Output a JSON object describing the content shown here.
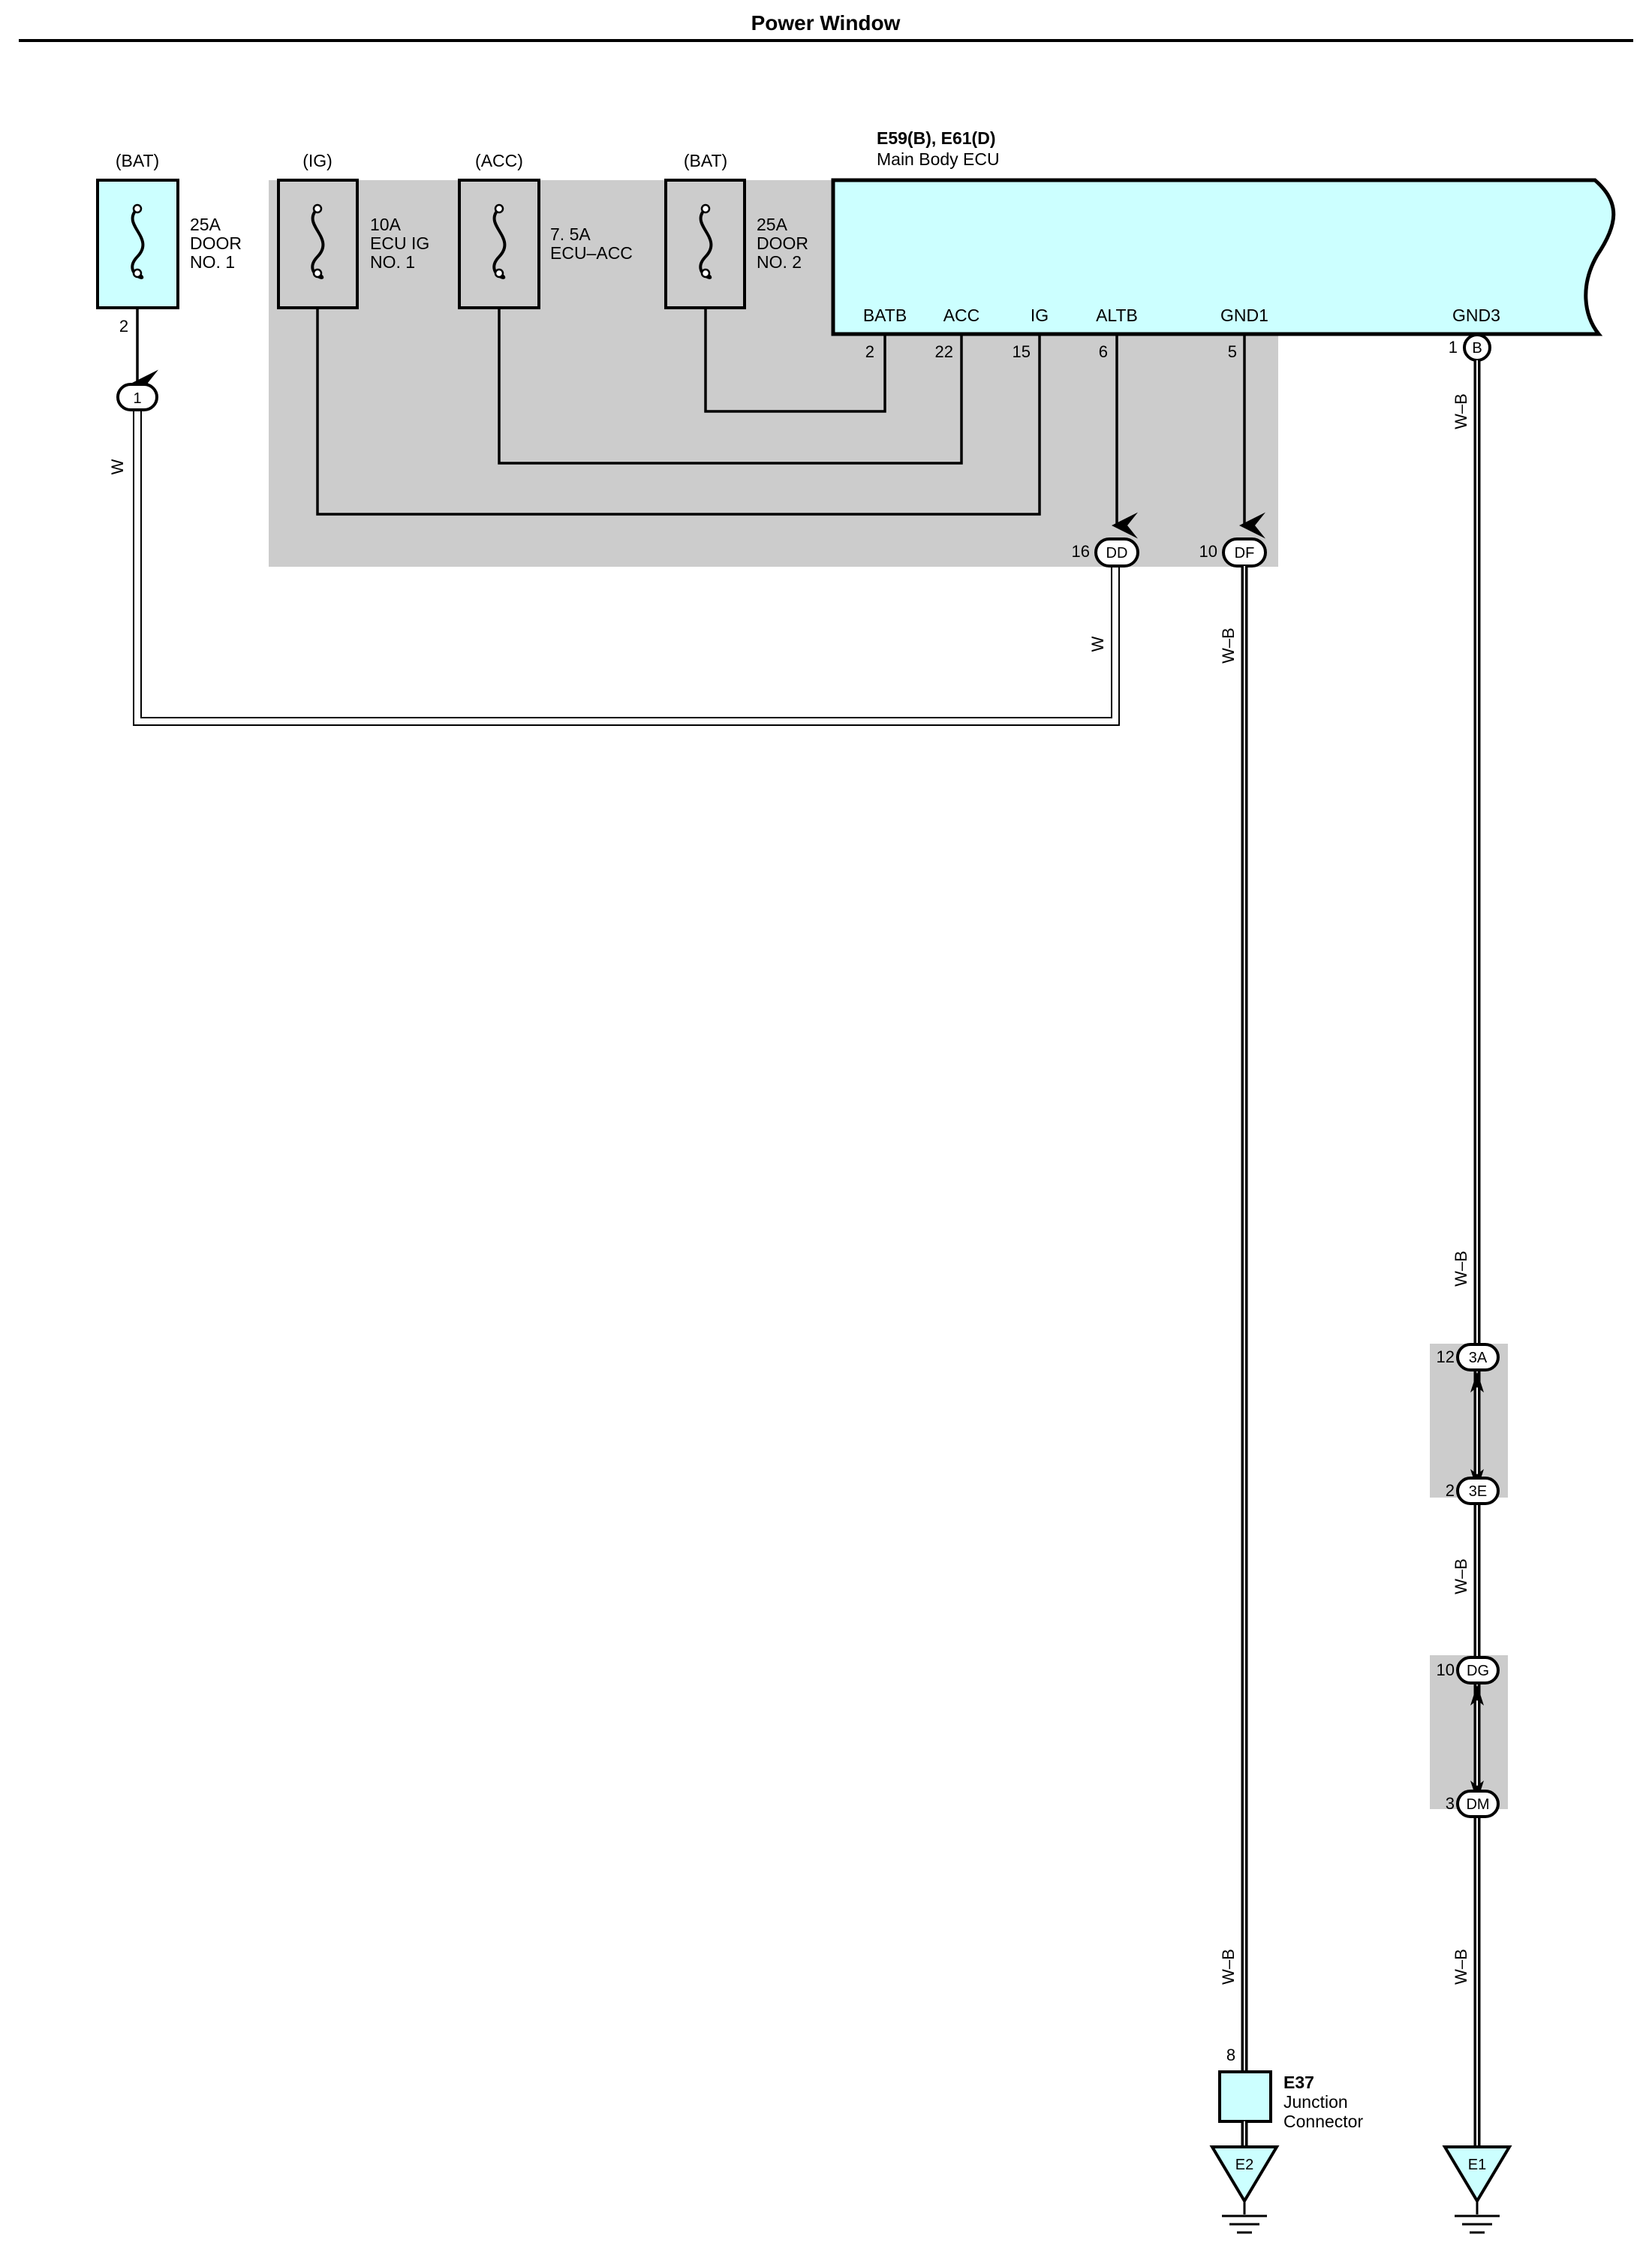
{
  "title": "Power Window",
  "colors": {
    "shade": "#cccccc",
    "component_fill": "#ccffff",
    "wire": "#000000",
    "background": "#ffffff"
  },
  "fuses": [
    {
      "id": "fuse-door-no1",
      "source": "(BAT)",
      "line1": "25A",
      "line2": "DOOR",
      "line3": "NO. 1",
      "pin": "2"
    },
    {
      "id": "fuse-ecu-ig-no1",
      "source": "(IG)",
      "line1": "10A",
      "line2": "ECU IG",
      "line3": "NO. 1"
    },
    {
      "id": "fuse-ecu-acc",
      "source": "(ACC)",
      "line1": "7. 5A",
      "line2": "ECU–ACC",
      "line3": ""
    },
    {
      "id": "fuse-door-no2",
      "source": "(BAT)",
      "line1": "25A",
      "line2": "DOOR",
      "line3": "NO. 2"
    }
  ],
  "ecu": {
    "code": "E59(B), E61(D)",
    "name": "Main Body ECU",
    "terminals": [
      {
        "name": "BATB",
        "pin": "2"
      },
      {
        "name": "ACC",
        "pin": "22"
      },
      {
        "name": "IG",
        "pin": "15"
      },
      {
        "name": "ALTB",
        "pin": "6"
      },
      {
        "name": "GND1",
        "pin": "5"
      },
      {
        "name": "GND3",
        "pin": "1",
        "connector": "B"
      }
    ]
  },
  "connectors": {
    "c1": {
      "label": "1"
    },
    "dd": {
      "label": "DD",
      "pin": "16"
    },
    "df": {
      "label": "DF",
      "pin": "10"
    },
    "c3a": {
      "label": "3A",
      "pin": "12"
    },
    "c3e": {
      "label": "3E",
      "pin": "2"
    },
    "dg": {
      "label": "DG",
      "pin": "10"
    },
    "dm": {
      "label": "DM",
      "pin": "3"
    }
  },
  "wire_colors": {
    "w": "W",
    "wb": "W–B"
  },
  "junction": {
    "code": "E37",
    "line1": "Junction",
    "line2": "Connector",
    "pin": "8"
  },
  "grounds": {
    "e2": "E2",
    "e1": "E1"
  }
}
